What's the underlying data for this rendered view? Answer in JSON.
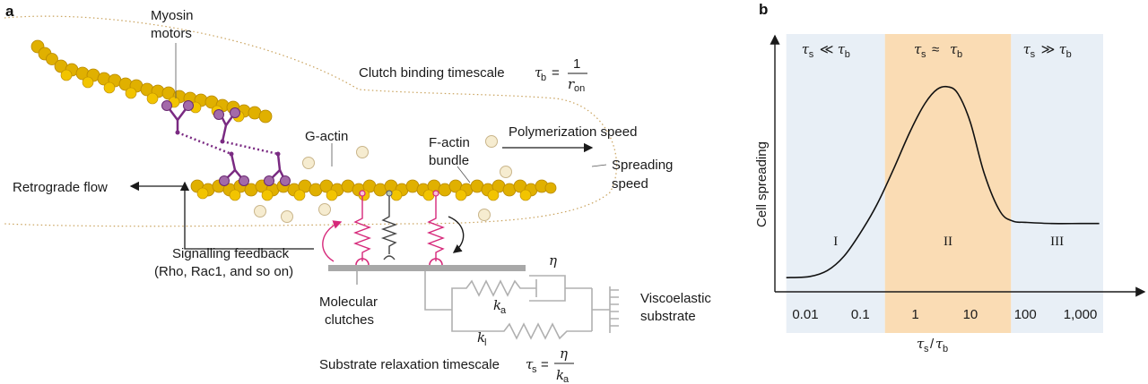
{
  "panel_a": {
    "label": "a",
    "myosin": [
      "Myosin",
      "motors"
    ],
    "clutch_binding": {
      "text": "Clutch binding timescale",
      "sym": "τ",
      "sub": "b",
      "eq": "=",
      "num": "1",
      "den": "r",
      "den_sub": "on"
    },
    "g_actin": "G-actin",
    "f_actin": [
      "F-actin",
      "bundle"
    ],
    "polymerization": "Polymerization speed",
    "spreading": [
      "Spreading",
      "speed"
    ],
    "retrograde": "Retrograde flow",
    "signalling": [
      "Signalling feedback",
      "(Rho, Rac1, and so on)"
    ],
    "clutches": [
      "Molecular",
      "clutches"
    ],
    "eta": "η",
    "ka": {
      "sym": "k",
      "sub": "a"
    },
    "kl": {
      "sym": "k",
      "sub": "l"
    },
    "viscoelastic": [
      "Viscoelastic",
      "substrate"
    ],
    "relaxation": {
      "text": "Substrate relaxation timescale",
      "sym": "τ",
      "sub": "s",
      "eq": "=",
      "num": "η",
      "den": "k",
      "den_sub": "a"
    }
  },
  "panel_b": {
    "label": "b",
    "regimes": [
      {
        "tau_left": "τ",
        "sub_left": "s",
        "rel": "≪",
        "tau_right": "τ",
        "sub_right": "b",
        "numeral": "I",
        "color": "#e8eff6"
      },
      {
        "tau_left": "τ",
        "sub_left": "s",
        "rel": "≈",
        "tau_right": "τ",
        "sub_right": "b",
        "numeral": "II",
        "color": "#fadcb4"
      },
      {
        "tau_left": "τ",
        "sub_left": "s",
        "rel": "≫",
        "tau_right": "τ",
        "sub_right": "b",
        "numeral": "III",
        "color": "#e8eff6"
      }
    ]
  },
  "chart_data": {
    "type": "line",
    "ylabel": "Cell spreading",
    "xlabel": {
      "sym": "τ",
      "sub1": "s",
      "slash": "/",
      "sym2": "τ",
      "sub2": "b"
    },
    "x_scale": "log",
    "xlim": [
      0.0035,
      2600
    ],
    "ylim": [
      0,
      1
    ],
    "xticks": [
      {
        "value": 0.01,
        "label": "0.01"
      },
      {
        "value": 0.1,
        "label": "0.1"
      },
      {
        "value": 1,
        "label": "1"
      },
      {
        "value": 10,
        "label": "10"
      },
      {
        "value": 100,
        "label": "100"
      },
      {
        "value": 1000,
        "label": "1,000"
      }
    ],
    "regime_bounds": [
      0.0045,
      0.28,
      55,
      2600
    ],
    "series": [
      {
        "x": [
          0.0045,
          0.012,
          0.025,
          0.05,
          0.1,
          0.2,
          0.4,
          0.8,
          1.5,
          2.5,
          4,
          6,
          10,
          18,
          35,
          60,
          100,
          300,
          1000,
          2200
        ],
        "y": [
          0.06,
          0.065,
          0.09,
          0.15,
          0.25,
          0.37,
          0.52,
          0.68,
          0.8,
          0.86,
          0.87,
          0.84,
          0.72,
          0.5,
          0.34,
          0.3,
          0.295,
          0.29,
          0.29,
          0.29
        ]
      }
    ],
    "grid": false,
    "legend": "none"
  }
}
